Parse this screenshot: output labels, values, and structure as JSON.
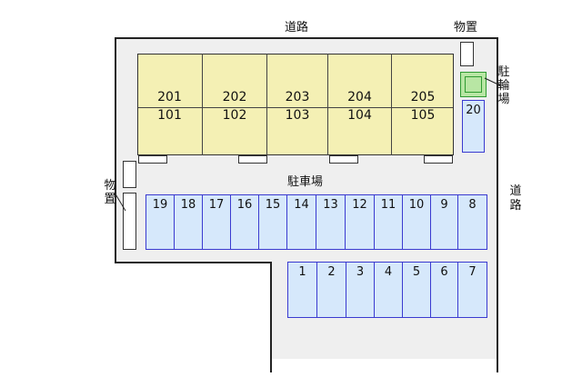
{
  "labels": {
    "road_top": "道路",
    "road_right": [
      "道",
      "路"
    ],
    "shed_top": "物置",
    "shed_left": [
      "物",
      "置"
    ],
    "bike_parking": [
      "駐",
      "輪",
      "場"
    ],
    "parking_lot": "駐車場"
  },
  "building": {
    "upper_units": [
      "201",
      "202",
      "203",
      "204",
      "205"
    ],
    "lower_units": [
      "101",
      "102",
      "103",
      "104",
      "105"
    ]
  },
  "parking": {
    "top_row": [
      "19",
      "18",
      "17",
      "16",
      "15",
      "14",
      "13",
      "12",
      "11",
      "10",
      "9",
      "8"
    ],
    "bottom_row": [
      "1",
      "2",
      "3",
      "4",
      "5",
      "6",
      "7"
    ],
    "side": "20"
  },
  "colors": {
    "building": "#f4f0b4",
    "parking_space": "#d6e8fb",
    "parking_border": "#3a3ad0",
    "bike": "#b8e6a4",
    "lot": "#efefef"
  }
}
